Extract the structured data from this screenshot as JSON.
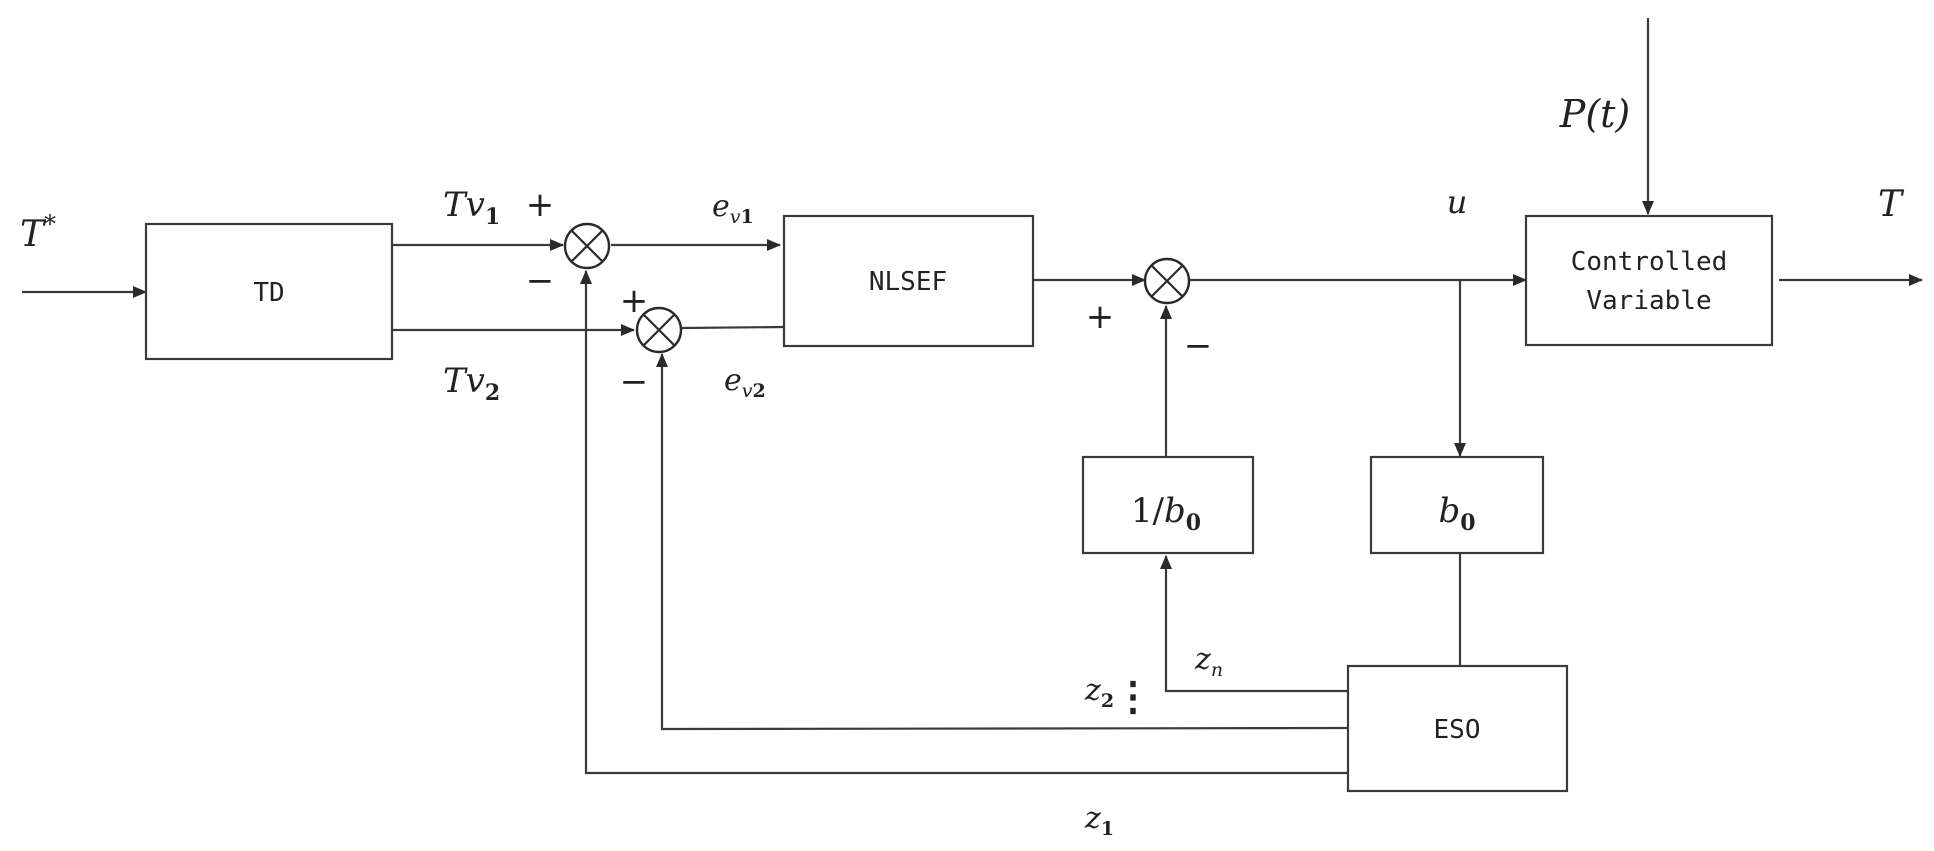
{
  "blocks": {
    "td": "TD",
    "nlsef": "NLSEF",
    "plant_line1": "Controlled",
    "plant_line2": "Variable",
    "inv_b0_num": "1/",
    "inv_b0_var": "b",
    "inv_b0_sub": "0",
    "b0_var": "b",
    "b0_sub": "0",
    "eso": "ESO"
  },
  "signals": {
    "setpoint_var": "T",
    "setpoint_sup": "*",
    "tv1_var": "Tv",
    "tv1_sub": "1",
    "tv2_var": "Tv",
    "tv2_sub": "2",
    "ev1_var": "e",
    "ev1_sub": "v",
    "ev1_sub2": "1",
    "ev2_var": "e",
    "ev2_sub": "v",
    "ev2_sub2": "2",
    "u": "u",
    "disturbance": "P(t)",
    "output": "T",
    "z1_var": "z",
    "z1_sub": "1",
    "z2_var": "z",
    "z2_sub": "2",
    "zn_var": "z",
    "zn_sub": "n",
    "dots": "⋮"
  },
  "signs": {
    "plus": "+",
    "minus": "−"
  }
}
